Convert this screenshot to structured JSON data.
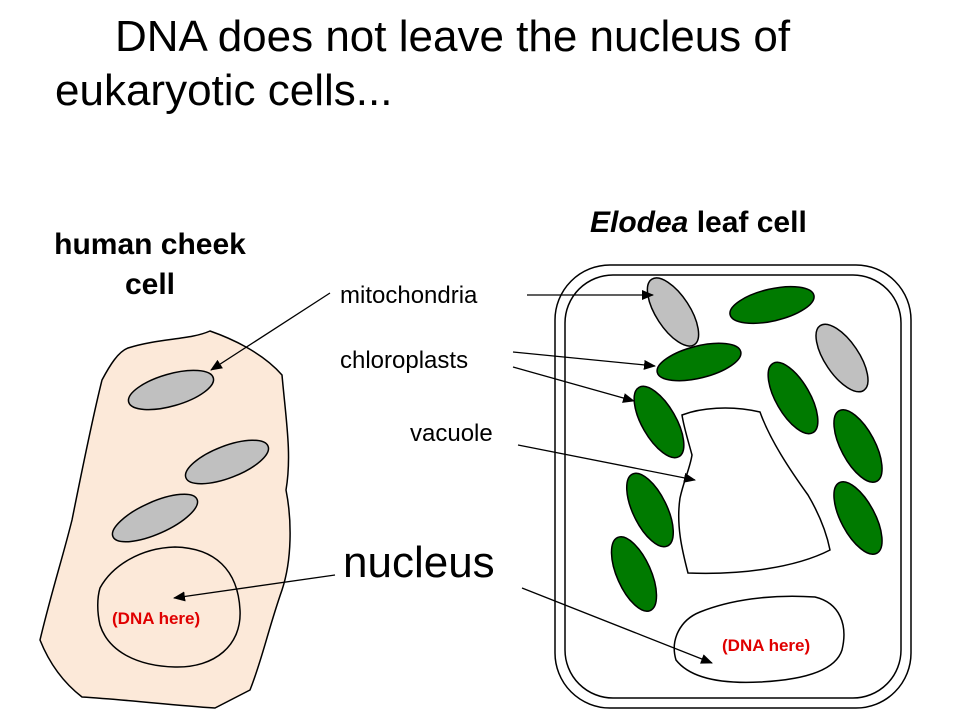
{
  "title": "DNA does not leave the nucleus of eukaryotic cells...",
  "cells": {
    "human": {
      "title": "human cheek cell",
      "dna_label": "(DNA here)"
    },
    "elodea": {
      "title_italic": "Elodea",
      "title_rest": " leaf cell",
      "dna_label": "(DNA here)"
    }
  },
  "labels": {
    "mitochondria": "mitochondria",
    "chloroplasts": "chloroplasts",
    "vacuole": "vacuole",
    "nucleus": "nucleus"
  },
  "colors": {
    "human_cytoplasm": "#fce9d9",
    "mitochondria": "#c0c0c0",
    "chloroplast": "#007a00",
    "dna_text": "#e00000"
  }
}
